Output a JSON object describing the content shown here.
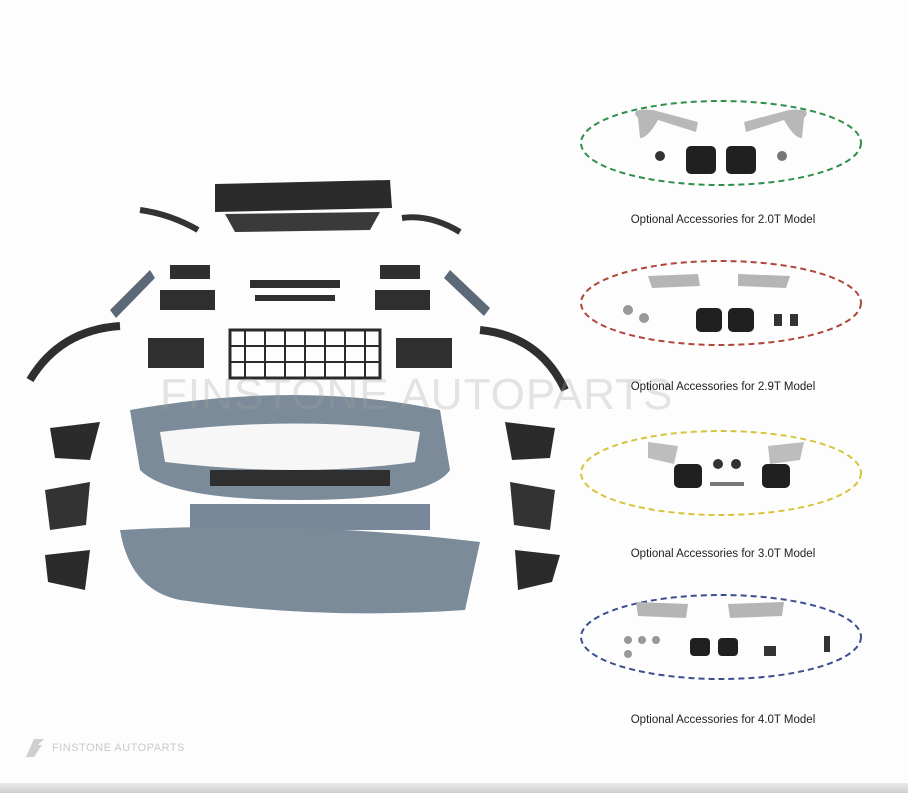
{
  "watermark": "FINSTONE AUTOPARTS",
  "logo_text": "FINSTONE AUTOPARTS",
  "options": [
    {
      "caption": "Optional Accessories for 2.0T Model",
      "border_color": "#2f8f4a"
    },
    {
      "caption": "Optional Accessories for 2.9T Model",
      "border_color": "#b0453a"
    },
    {
      "caption": "Optional Accessories for 3.0T Model",
      "border_color": "#d8c43a"
    },
    {
      "caption": "Optional Accessories for 4.0T Model",
      "border_color": "#3b4f8f"
    }
  ]
}
